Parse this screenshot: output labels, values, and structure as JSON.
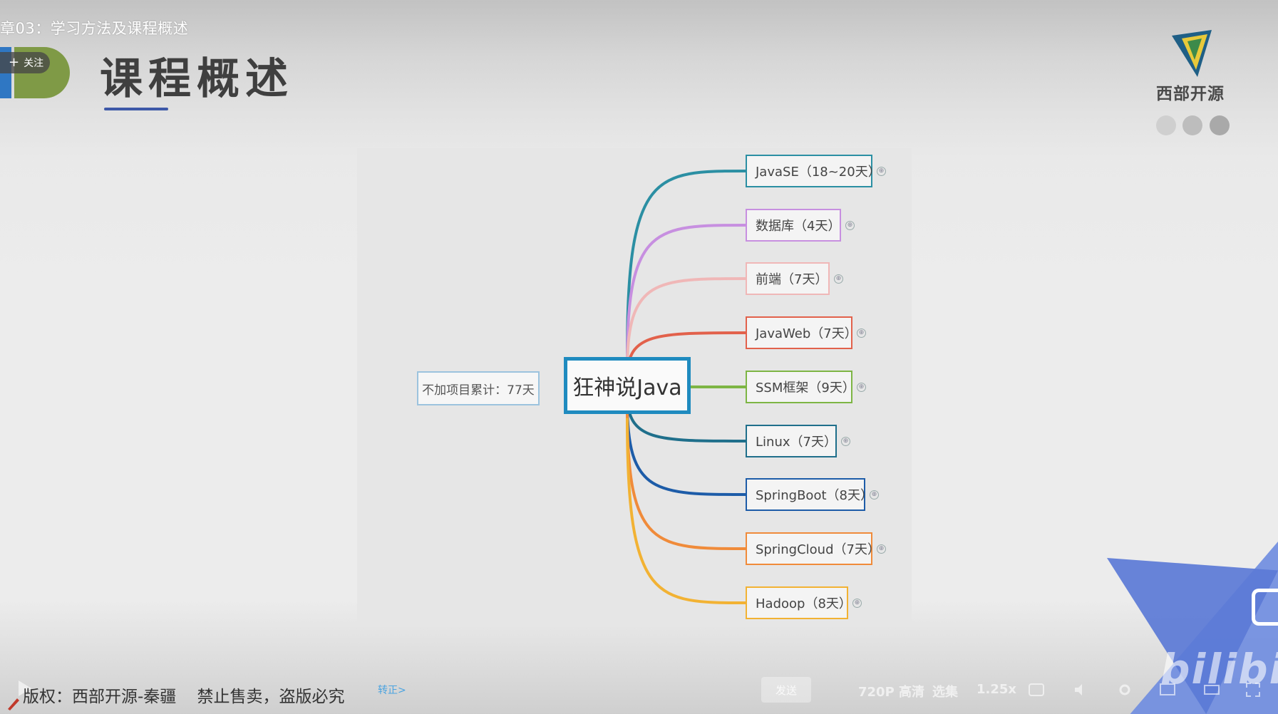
{
  "video": {
    "title": "章03：学习方法及课程概述",
    "follow_label": "关注"
  },
  "slide": {
    "title": "课程概述",
    "brand_name": "西部开源"
  },
  "mindmap": {
    "central": "狂神说Java",
    "side_note": "不加项目累计：77天",
    "branches": [
      {
        "label": "JavaSE（18~20天）",
        "color": "#2b8fa3"
      },
      {
        "label": "数据库（4天）",
        "color": "#c78fe0"
      },
      {
        "label": "前端（7天）",
        "color": "#f0b7b7"
      },
      {
        "label": "JavaWeb（7天）",
        "color": "#e2614b"
      },
      {
        "label": "SSM框架（9天）",
        "color": "#7db544"
      },
      {
        "label": "Linux（7天）",
        "color": "#1f6f8b"
      },
      {
        "label": "SpringBoot（8天）",
        "color": "#1d5ca8"
      },
      {
        "label": "SpringCloud（7天）",
        "color": "#f08b3a"
      },
      {
        "label": "Hadoop（8天）",
        "color": "#f2b233"
      }
    ]
  },
  "controls": {
    "copyright": "版权：西部开源-秦疆    禁止售卖，盗版必究",
    "danmaku_correct": "转正>",
    "send_label": "发送",
    "quality_label": "720P 高清",
    "episodes_label": "选集",
    "speed_label": "1.25x",
    "bilibili_logo": "bilibili"
  }
}
